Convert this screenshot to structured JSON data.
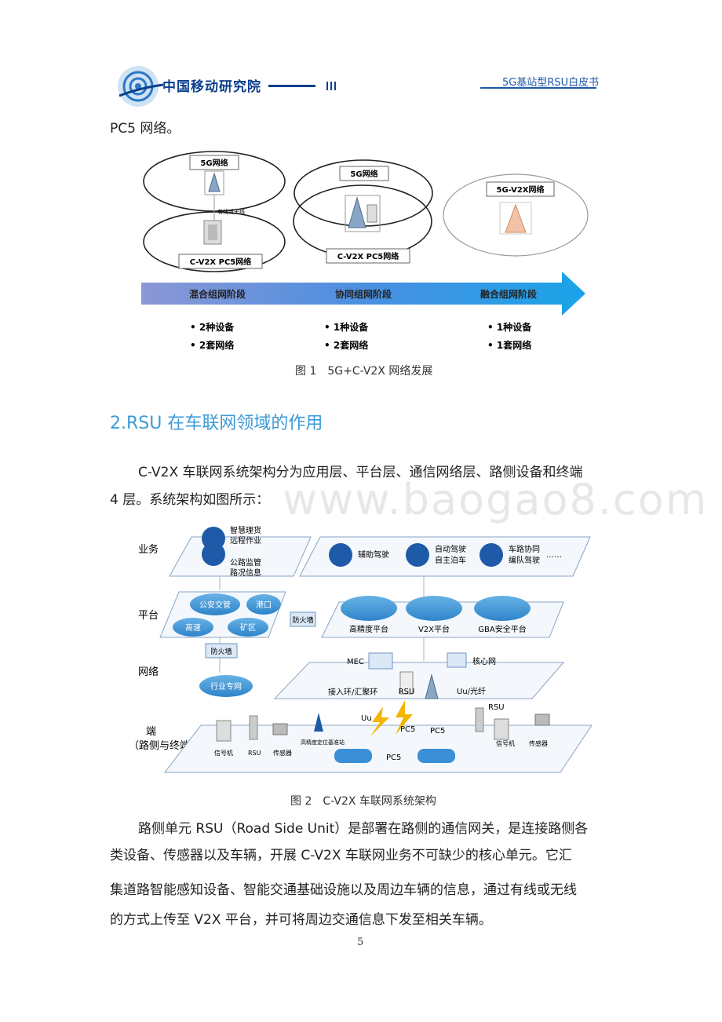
{
  "header": {
    "org_name": "中国移动研究院",
    "doc_title": "5G基站型RSU白皮书",
    "accent_color": "#1e5aa8"
  },
  "intro_line": "PC5 网络。",
  "figure1": {
    "caption": "图 1　5G+C-V2X 网络发展",
    "stages": [
      {
        "name": "混合组网阶段",
        "bullets": [
          "2种设备",
          "2套网络"
        ]
      },
      {
        "name": "协同组网阶段",
        "bullets": [
          "1种设备",
          "2套网络"
        ]
      },
      {
        "name": "融合组网阶段",
        "bullets": [
          "1种设备",
          "1套网络"
        ]
      }
    ],
    "labels": {
      "net_5g": "5G网络",
      "net_pc5": "C-V2X PC5网络",
      "net_5g_v2x": "5G-V2X网络",
      "link": "有线或无线"
    }
  },
  "section": {
    "title": "2.RSU 在车联网领域的作用"
  },
  "para1": {
    "line1": "C-V2X 车联网系统架构分为应用层、平台层、通信网络层、路侧设备和终端",
    "line2": "4 层。系统架构如图所示："
  },
  "watermark": "www.baogao8.com",
  "figure2": {
    "caption": "图 2　C-V2X 车联网系统架构",
    "layers": {
      "business": "业务",
      "platform": "平台",
      "network": "网络",
      "terminal": "端",
      "terminal_sub": "（路侧与终端）"
    },
    "business_items": [
      "智慧理货",
      "远程作业",
      "公路监管",
      "路况信息",
      "辅助驾驶",
      "自动驾驶",
      "自主泊车",
      "车路协同",
      "编队驾驶",
      "……"
    ],
    "platform_items": [
      "公安交管",
      "港口",
      "高速",
      "矿区",
      "高精度平台",
      "V2X平台",
      "GBA安全平台"
    ],
    "firewall": "防火墙",
    "private_net": "行业专网",
    "net_items": [
      "MEC",
      "核心网",
      "接入环/汇聚环",
      "RSU",
      "Uu/光纤"
    ],
    "end_items": [
      "信号机",
      "RSU",
      "传感器",
      "高精度定位基准站",
      "Uu",
      "PC5",
      "PC5",
      "PC5",
      "RSU",
      "信号机",
      "传感器"
    ]
  },
  "para2": {
    "line1": "路侧单元 RSU（Road Side Unit）是部署在路侧的通信网关，是连接路侧各",
    "line2": "类设备、传感器以及车辆，开展 C-V2X 车联网业务不可缺少的核心单元。它汇",
    "line3": "集道路智能感知设备、智能交通基础设施以及周边车辆的信息，通过有线或无线",
    "line4": "的方式上传至 V2X 平台，并可将周边交通信息下发至相关车辆。"
  },
  "page_number": "5"
}
